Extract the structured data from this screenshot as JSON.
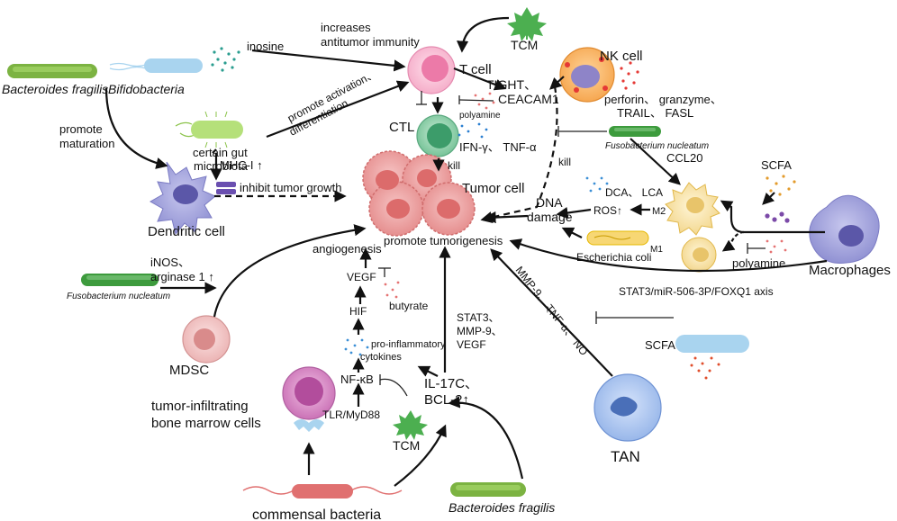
{
  "labels": {
    "bacteroides_fragilis_top": "Bacteroides fragilis",
    "bifidobacteria": "Bifidobacteria",
    "inosine": "inosine",
    "increases_antitumor_1": "increases",
    "increases_antitumor_2": "antitumor immunity",
    "tcm_top": "TCM",
    "t_cell": "T cell",
    "tight_ceacam1_1": "TIGHT、",
    "tight_ceacam1_2": "CEACAM1",
    "nk_cell": "NK cell",
    "nk_products_1": "perforin、 granzyme、",
    "nk_products_2": "TRAIL、 FASL",
    "polyamine_top": "polyamine",
    "promote_activation_1": "promote activation、",
    "promote_activation_2": "differentiation",
    "promote_maturation_1": "promote",
    "promote_maturation_2": "maturation",
    "certain_gut_1": "certain gut",
    "certain_gut_2": "microbiota",
    "ctl": "CTL",
    "ifn_tnf": "IFN-γ、 TNF-α",
    "kill_ctl": "kill",
    "kill_nk": "kill",
    "fuso_nk": "Fusobacterium nucleatum",
    "ccl20": "CCL20",
    "mhc": "MHC-I ↑",
    "inhibit_growth": "inhibit tumor growth",
    "tumor_cell": "Tumor cell",
    "dca_lca": "DCA、 LCA",
    "scfa_right": "SCFA",
    "ros": "ROS↑",
    "m2": "M2",
    "dna_1": "DNA",
    "dna_2": "damage",
    "dendritic_cell": "Dendritic cell",
    "promote_tumorigenesis": "promote tumorigenesis",
    "angiogenesis": "angiogenesis",
    "m1": "M1",
    "escherichia": "Escherichia coli",
    "polyamine_mac": "polyamine",
    "macrophages": "Macrophages",
    "inos_1": "iNOS、",
    "inos_2": "arginase 1 ↑",
    "vegf": "VEGF",
    "fuso_left": "Fusobacterium nucleatum",
    "butyrate": "butyrate",
    "stat3_axis": "STAT3/miR-506-3P/FOXQ1 axis",
    "stat3_mmp_1": "STAT3、",
    "stat3_mmp_2": "MMP-9、",
    "stat3_mmp_3": "VEGF",
    "hif": "HIF",
    "mmp_tnf_1": "MMP-9、 TNF-α、 NO",
    "mmp_tnf_2": "↑",
    "mdsc": "MDSC",
    "pro_inflam_1": "pro-inflammatory",
    "pro_inflam_2": "cytokines",
    "scfa_bottom": "SCFA",
    "nfkb": "NF-κB",
    "il17_1": "IL-17C、",
    "il17_2": "BCL-2↑",
    "tumor_infiltrating_1": "tumor-infiltrating",
    "tumor_infiltrating_2": "bone marrow cells",
    "tlr": "TLR/MyD88",
    "tcm_bottom": "TCM",
    "tan": "TAN",
    "commensal": "commensal bacteria",
    "bacteroides_fragilis_bottom": "Bacteroides fragilis"
  },
  "colors": {
    "bacteroides_green": "#7cb342",
    "bifido_blue": "#a9d4ef",
    "commensal_red": "#e07070",
    "ecoli_yellow": "#e6b800",
    "fuso_green": "#3d9b3d",
    "tumor_pink": "#e88a8a",
    "dc_purple": "#8a86c9",
    "mac_purple": "#8d8ed1",
    "tan_blue": "#7fa3e0"
  }
}
